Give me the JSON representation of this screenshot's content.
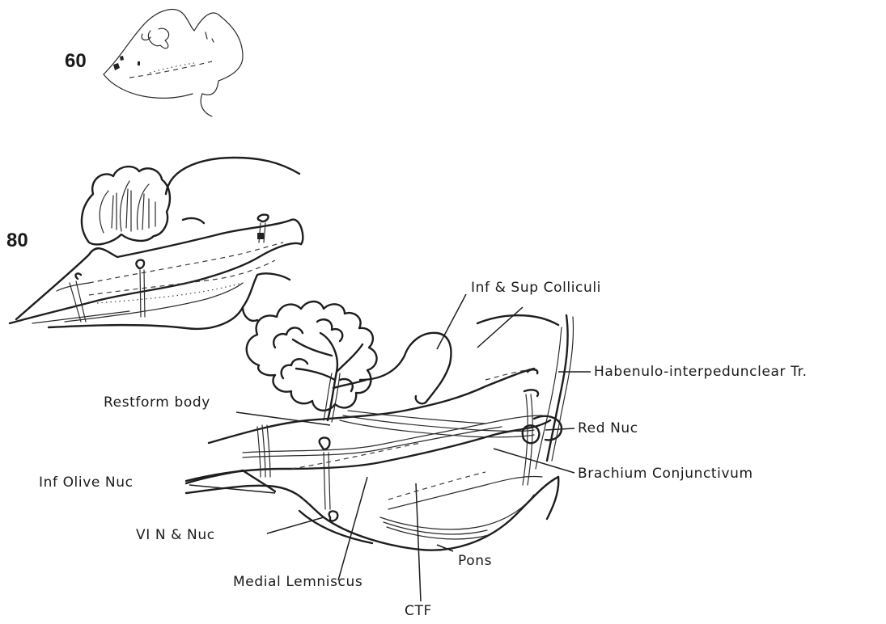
{
  "section_numbers": [
    "60",
    "80"
  ],
  "labels": {
    "colliculi": "Inf & Sup Colliculi",
    "habenulo": "Habenulo-interpedunclear Tr.",
    "restform": "Restform body",
    "red_nuc": "Red Nuc",
    "inf_olive": "Inf Olive Nuc",
    "brachium": "Brachium Conjunctivum",
    "vi_n": "VI N & Nuc",
    "pons": "Pons",
    "medial_lemniscus": "Medial Lemniscus",
    "ctf": "CTF"
  }
}
